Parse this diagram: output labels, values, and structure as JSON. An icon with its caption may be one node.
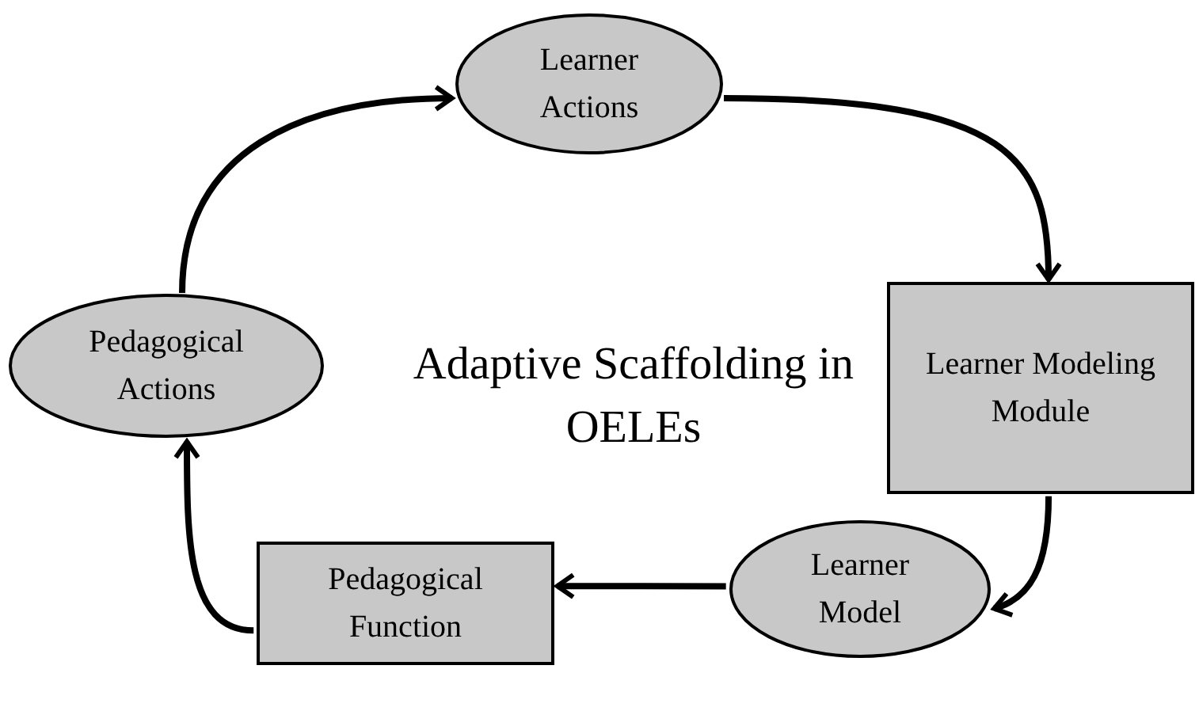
{
  "diagram": {
    "title": "Adaptive Scaffolding in OELEs",
    "nodes": [
      {
        "text": [
          "Learner Actions"
        ]
      },
      {
        "text": [
          "Learner Modeling Module"
        ]
      },
      {
        "text": [
          "Learner Model"
        ]
      },
      {
        "text": [
          "Pedagogical Function"
        ]
      },
      {
        "text": [
          "Pedagogical Actions"
        ]
      }
    ],
    "edges": [
      {
        "from": 4,
        "to": 0,
        "arrow": "to"
      },
      {
        "from": 0,
        "to": 1,
        "arrow": "to"
      },
      {
        "from": 1,
        "to": 2,
        "arrow": "to"
      },
      {
        "from": 2,
        "to": 3,
        "arrow": "to"
      },
      {
        "from": 3,
        "to": 4,
        "arrow": "to"
      }
    ]
  }
}
